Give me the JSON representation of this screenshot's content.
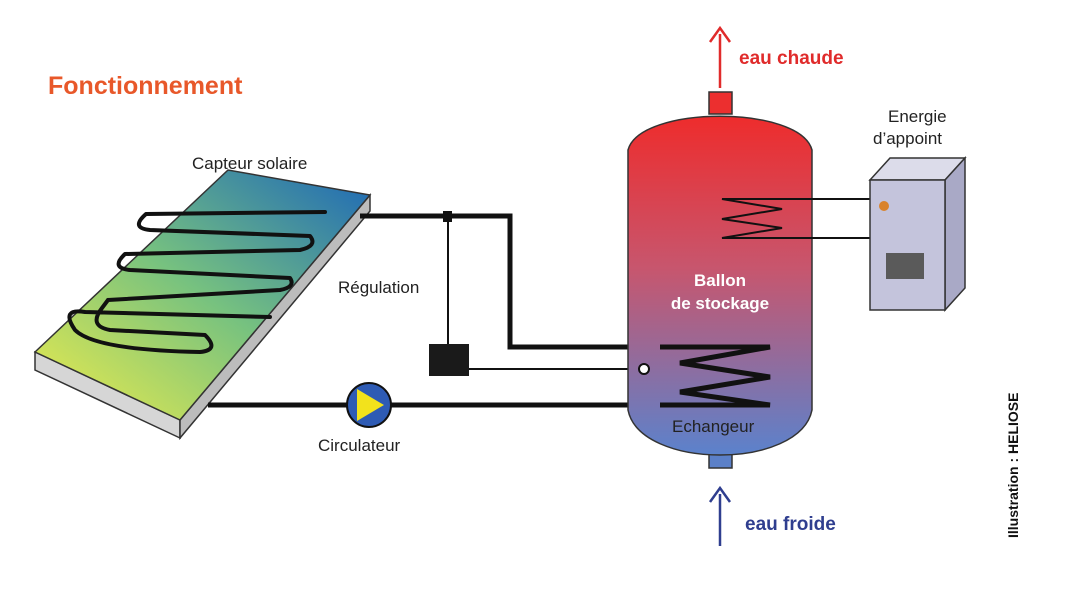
{
  "title": "Fonctionnement",
  "labels": {
    "capteur": "Capteur solaire",
    "regulation": "Régulation",
    "circulateur": "Circulateur",
    "ballon_line1": "Ballon",
    "ballon_line2": "de stockage",
    "echangeur": "Echangeur",
    "energie_line1": "Energie",
    "energie_line2": "d’appoint",
    "eau_chaude": "eau chaude",
    "eau_froide": "eau froide",
    "credit": "Illustration : HELIOSE"
  },
  "colors": {
    "title": "#e8582a",
    "hot": "#e02b2b",
    "cold": "#2f3e8f",
    "tank_top": "#ec2f2f",
    "tank_bottom": "#5b80c8",
    "pump_blue": "#2e5bb4",
    "pump_yellow": "#f2e21c",
    "appoint_box": "#c4c4dc",
    "appoint_led": "#d9822b",
    "pipe": "#111111"
  },
  "icons": {
    "pump": "circulator-pump-icon",
    "hot_arrow": "arrow-up-icon",
    "cold_arrow": "arrow-up-icon"
  }
}
